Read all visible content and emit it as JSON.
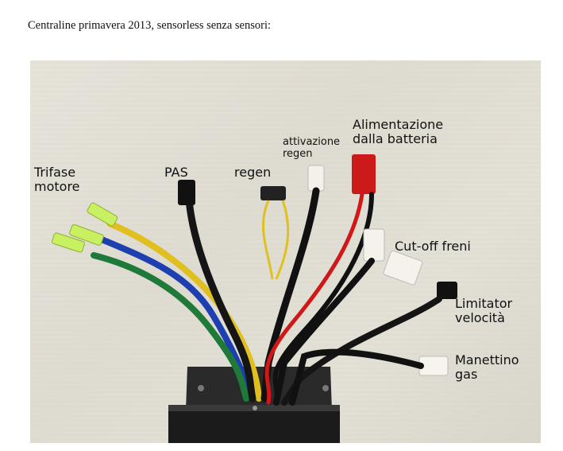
{
  "document": {
    "caption": "Centraline primavera 2013, sensorless senza sensori:"
  },
  "labels": {
    "trifase": [
      "Trifase",
      "motore"
    ],
    "pas": "PAS",
    "regen": "regen",
    "attivazione": [
      "attivazione",
      "regen"
    ],
    "alimentazione": [
      "Alimentazione",
      "dalla batteria"
    ],
    "cutoff": "Cut-off freni",
    "limitatore": [
      "Limitator",
      "velocità"
    ],
    "manettino": [
      "Manettino",
      "gas"
    ]
  }
}
